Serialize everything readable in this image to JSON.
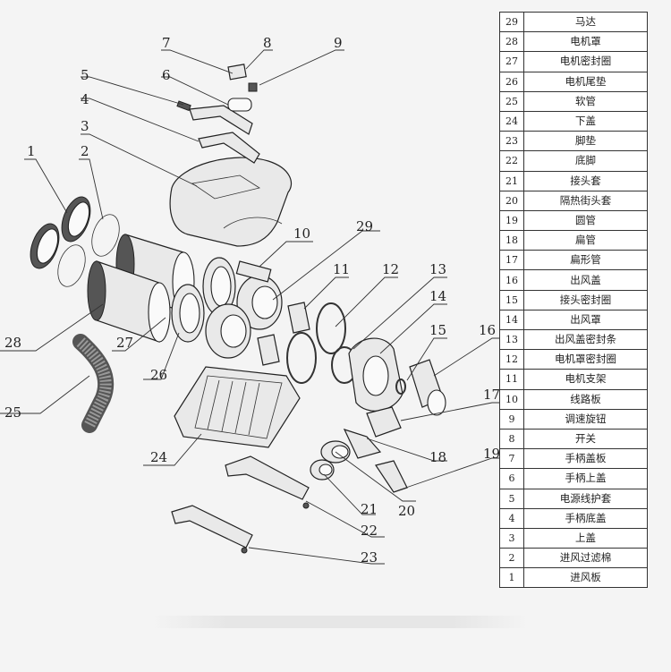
{
  "callouts": [
    "1",
    "2",
    "3",
    "4",
    "5",
    "6",
    "7",
    "8",
    "9",
    "10",
    "11",
    "12",
    "13",
    "14",
    "15",
    "16",
    "17",
    "18",
    "19",
    "20",
    "21",
    "22",
    "23",
    "24",
    "25",
    "26",
    "27",
    "28",
    "29"
  ],
  "parts": [
    {
      "no": "29",
      "name": "马达"
    },
    {
      "no": "28",
      "name": "电机罩"
    },
    {
      "no": "27",
      "name": "电机密封圈"
    },
    {
      "no": "26",
      "name": "电机尾垫"
    },
    {
      "no": "25",
      "name": "软管"
    },
    {
      "no": "24",
      "name": "下盖"
    },
    {
      "no": "23",
      "name": "脚垫"
    },
    {
      "no": "22",
      "name": "底脚"
    },
    {
      "no": "21",
      "name": "接头套"
    },
    {
      "no": "20",
      "name": "隔热街头套"
    },
    {
      "no": "19",
      "name": "圆管"
    },
    {
      "no": "18",
      "name": "扁管"
    },
    {
      "no": "17",
      "name": "扁形管"
    },
    {
      "no": "16",
      "name": "出风盖"
    },
    {
      "no": "15",
      "name": "接头密封圈"
    },
    {
      "no": "14",
      "name": "出风罩"
    },
    {
      "no": "13",
      "name": "出风盖密封条"
    },
    {
      "no": "12",
      "name": "电机罩密封圈"
    },
    {
      "no": "11",
      "name": "电机支架"
    },
    {
      "no": "10",
      "name": "线路板"
    },
    {
      "no": "9",
      "name": "调速旋钮"
    },
    {
      "no": "8",
      "name": "开关"
    },
    {
      "no": "7",
      "name": "手柄盖板"
    },
    {
      "no": "6",
      "name": "手柄上盖"
    },
    {
      "no": "5",
      "name": "电源线护套"
    },
    {
      "no": "4",
      "name": "手柄底盖"
    },
    {
      "no": "3",
      "name": "上盖"
    },
    {
      "no": "2",
      "name": "进风过滤棉"
    },
    {
      "no": "1",
      "name": "进风板"
    }
  ]
}
